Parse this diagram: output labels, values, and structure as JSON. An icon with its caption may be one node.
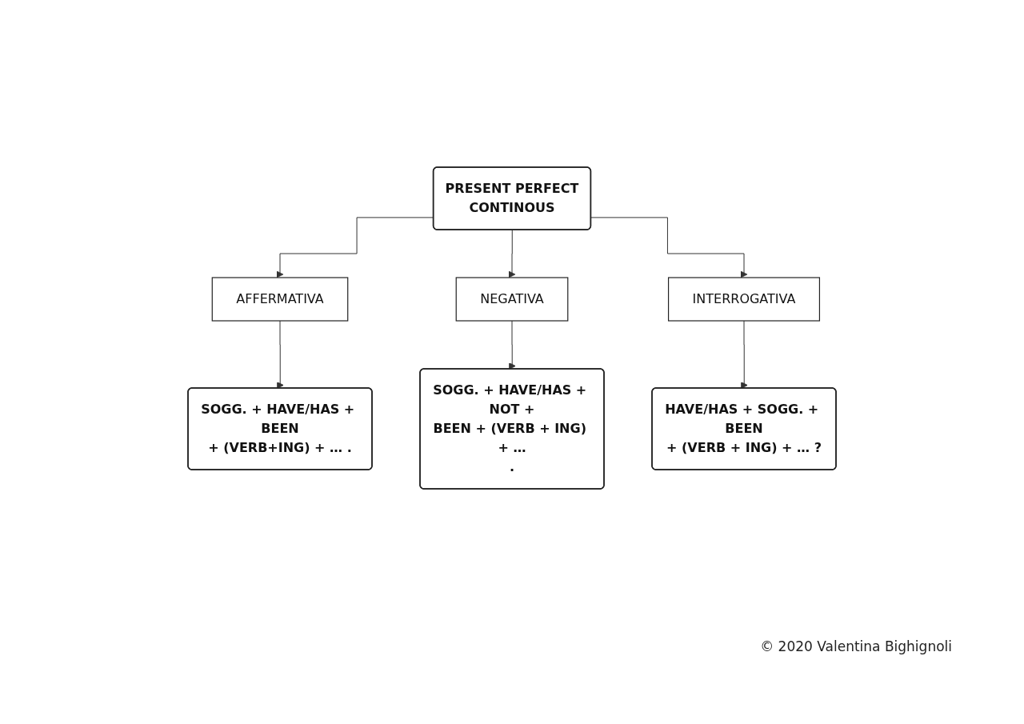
{
  "diagram": {
    "nodes": [
      {
        "text": [
          "PRESENT PERFECT CONTINOUS"
        ]
      },
      {
        "text": [
          "AFFERMATIVA"
        ]
      },
      {
        "text": [
          "NEGATIVA"
        ]
      },
      {
        "text": [
          "INTERROGATIVA"
        ]
      },
      {
        "text": [
          "SOGG. + HAVE/HAS + BEEN + (VERB+ING) + … ."
        ]
      },
      {
        "text": [
          "SOGG. + HAVE/HAS + NOT + BEEN + (VERB + ING) + … ."
        ]
      },
      {
        "text": [
          "HAVE/HAS + SOGG. + BEEN + (VERB + ING) + … ?"
        ]
      }
    ],
    "edges": [
      {
        "from": 0,
        "to": 1,
        "arrow": "to"
      },
      {
        "from": 0,
        "to": 2,
        "arrow": "to"
      },
      {
        "from": 0,
        "to": 3,
        "arrow": "to"
      },
      {
        "from": 1,
        "to": 4,
        "arrow": "to"
      },
      {
        "from": 2,
        "to": 5,
        "arrow": "to"
      },
      {
        "from": 3,
        "to": 6,
        "arrow": "to"
      }
    ],
    "labels": [
      "© 2020 Valentina Bighignoli"
    ]
  }
}
